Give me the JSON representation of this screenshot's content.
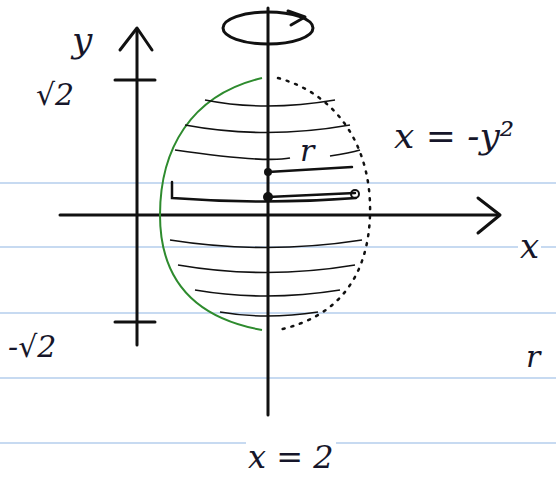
{
  "diagram": {
    "labels": [
      "y",
      "√2",
      "-√2",
      "x = -y²",
      "r",
      "x",
      "x = 2",
      "r"
    ]
  }
}
